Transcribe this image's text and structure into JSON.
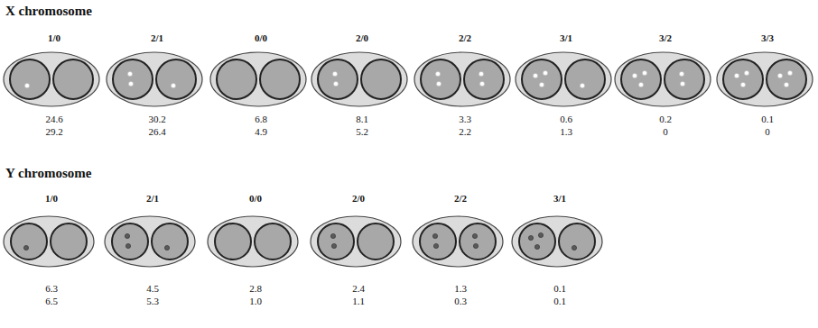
{
  "diagram": {
    "nodes": [
      {
        "text": [
          "1/0",
          "24.6",
          "29.2"
        ]
      },
      {
        "text": [
          "2/1",
          "30.2",
          "26.4"
        ]
      },
      {
        "text": [
          "0/0",
          "6.8",
          "4.9"
        ]
      },
      {
        "text": [
          "2/0",
          "8.1",
          "5.2"
        ]
      },
      {
        "text": [
          "2/2",
          "3.3",
          "2.2"
        ]
      },
      {
        "text": [
          "3/1",
          "0.6",
          "1.3"
        ]
      },
      {
        "text": [
          "3/2",
          "0.2",
          "0"
        ]
      },
      {
        "text": [
          "3/3",
          "0.1",
          "0"
        ]
      },
      {
        "text": [
          "1/0",
          "6.3",
          "6.5"
        ]
      },
      {
        "text": [
          "2/1",
          "4.5",
          "5.3"
        ]
      },
      {
        "text": [
          "0/0",
          "2.8",
          "1.0"
        ]
      },
      {
        "text": [
          "2/0",
          "2.4",
          "1.1"
        ]
      },
      {
        "text": [
          "2/2",
          "1.3",
          "0.3"
        ]
      },
      {
        "text": [
          "3/1",
          "0.1",
          "0.1"
        ]
      }
    ],
    "labels": [
      "X chromosome",
      "Y chromosome"
    ]
  }
}
